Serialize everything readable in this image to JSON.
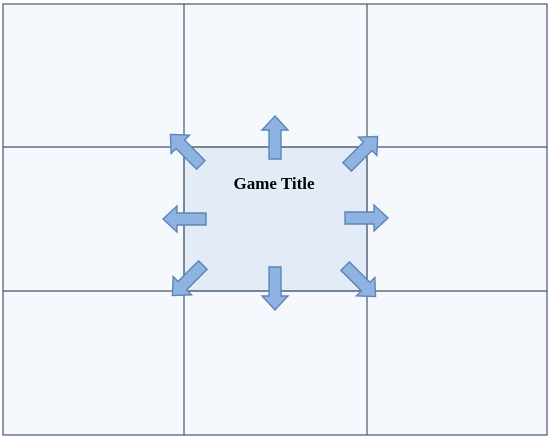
{
  "diagram": {
    "title": "Game Title",
    "colors": {
      "cell_fill": "#f5f9fe",
      "center_fill": "#e2ebf6",
      "grid_line": "#465868",
      "arrow_fill": "#8eb3e0",
      "arrow_stroke": "#5d84b8"
    },
    "grid": {
      "rows": 3,
      "cols": 3
    },
    "arrows": [
      "up-left",
      "up",
      "up-right",
      "left",
      "right",
      "down-left",
      "down",
      "down-right"
    ]
  }
}
